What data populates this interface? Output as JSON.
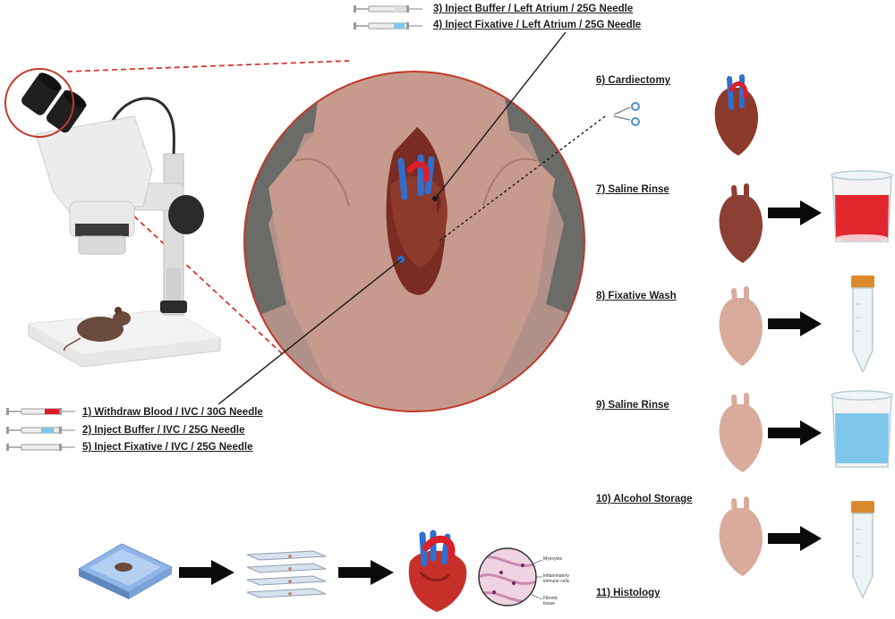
{
  "steps_top": [
    "3) Inject Buffer / Left Atrium / 25G Needle",
    "4) Inject Fixative / Left Atrium / 25G Needle"
  ],
  "steps_left": [
    "1) Withdraw Blood / IVC / 30G Needle",
    "2) Inject Buffer / IVC / 25G Needle",
    "5) Inject Fixative / IVC / 25G Needle"
  ],
  "steps_right": [
    "6) Cardiectomy",
    "7) Saline Rinse",
    "8) Fixative Wash",
    "9) Saline Rinse",
    "10) Alcohol Storage",
    "11) Histology"
  ],
  "histology_labels": [
    "Myocytes",
    "Inflammatory immune cells",
    "Fibrotic tissue"
  ],
  "colors": {
    "skin": "#c79a8e",
    "skin_dark": "#a97c70",
    "fur": "#6b6b68",
    "magnifier_ring": "#c0392b",
    "zoom_dash": "#d23a2e",
    "heart": "#8c3a2b",
    "heart_pale": "#d8a89a",
    "vessel_blue": "#2f6fcf",
    "vessel_red": "#d9202a",
    "liquid_red": "#e3272f",
    "liquid_blue": "#7fc7ea",
    "tube_cap": "#d98a2c",
    "arrow": "#0a0a0a",
    "label_text": "#1d1d1d"
  },
  "icons": [
    "stereo-microscope-icon",
    "mouse-icon",
    "syringe-icon",
    "scissors-icon",
    "heart-icon",
    "beaker-icon",
    "conical-tube-icon",
    "tissue-cassette-icon",
    "microscope-slides-icon",
    "histology-circle-icon",
    "arrow-icon"
  ]
}
